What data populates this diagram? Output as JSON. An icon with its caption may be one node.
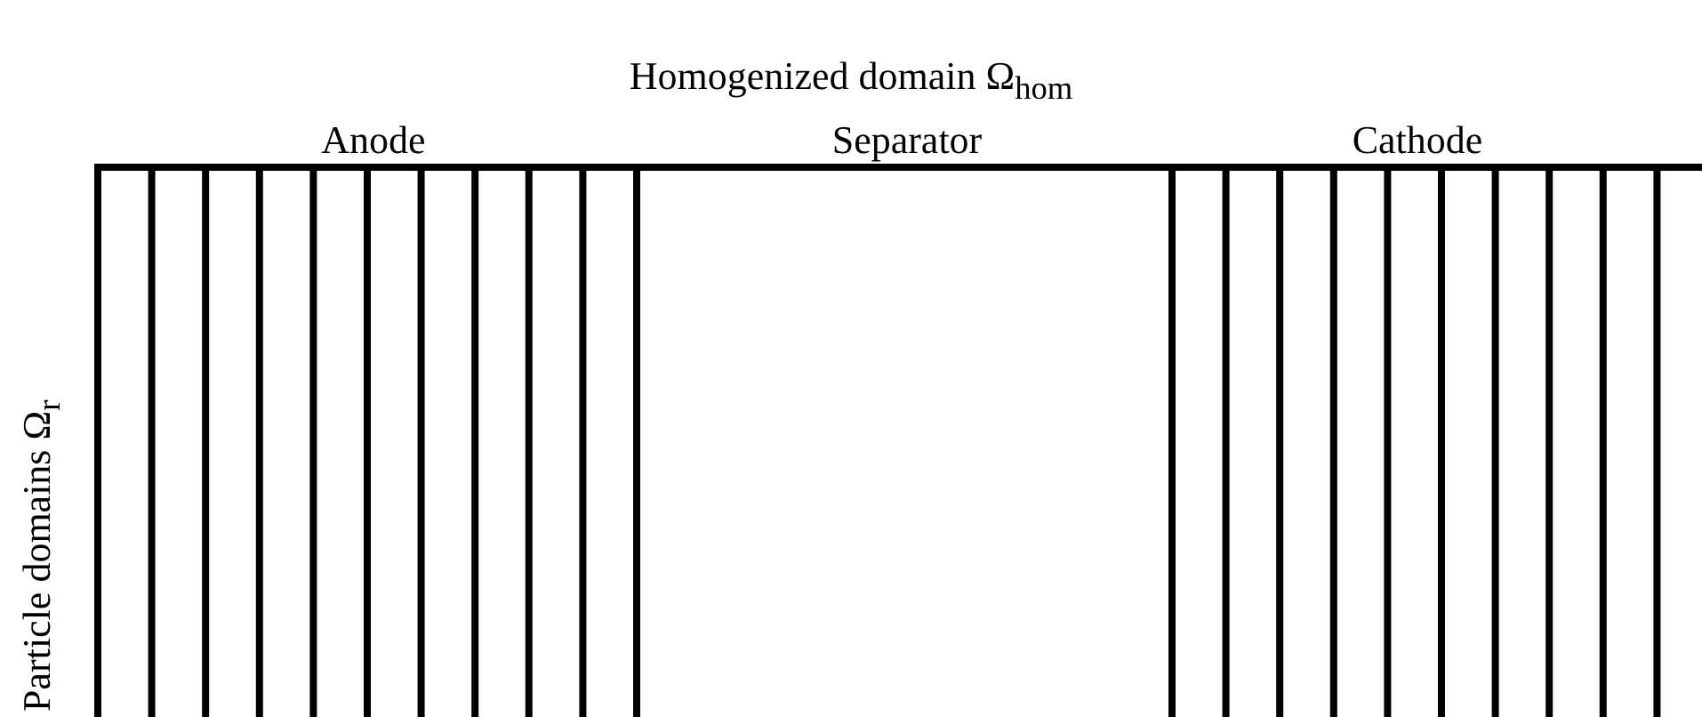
{
  "diagram": {
    "title": "Homogenized domain Ω$_{hom}$",
    "labels": [
      "Anode",
      "Separator",
      "Cathode",
      "Particle domains Ω$_{r}$"
    ]
  }
}
